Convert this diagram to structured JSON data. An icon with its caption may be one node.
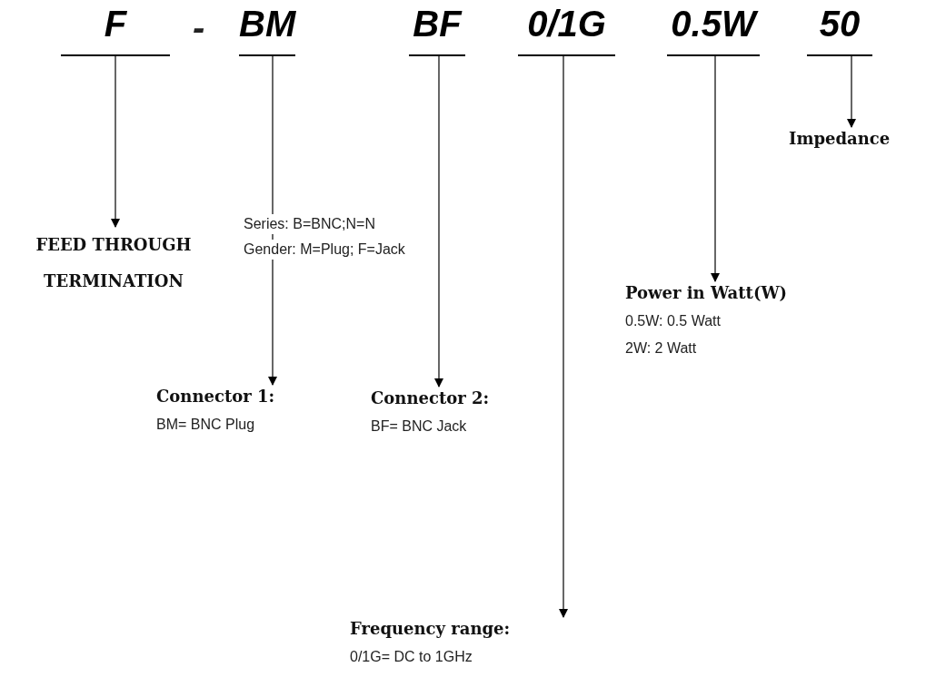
{
  "diagram": {
    "nodes": [
      {
        "text": [
          "F"
        ]
      },
      {
        "text": [
          "BM"
        ]
      },
      {
        "text": [
          "BF"
        ]
      },
      {
        "text": [
          "0/1G"
        ]
      },
      {
        "text": [
          "0.5W"
        ]
      },
      {
        "text": [
          "50"
        ]
      },
      {
        "text": [
          "FEED THROUGH TERMINATION"
        ]
      },
      {
        "text": [
          "Connector 1:",
          "BM= BNC Plug"
        ]
      },
      {
        "text": [
          "Connector 2:",
          "BF= BNC Jack"
        ]
      },
      {
        "text": [
          "Frequency range:",
          "0/1G= DC to 1GHz"
        ]
      },
      {
        "text": [
          "Power in Watt(W)",
          "0.5W: 0.5 Watt",
          "2W: 2 Watt"
        ]
      },
      {
        "text": [
          "Impedance"
        ]
      }
    ],
    "edges": [
      {
        "from": 0,
        "to": 6,
        "arrow": "to"
      },
      {
        "from": 1,
        "to": 7,
        "arrow": "to"
      },
      {
        "from": 2,
        "to": 8,
        "arrow": "to"
      },
      {
        "from": 3,
        "to": 9,
        "arrow": "to"
      },
      {
        "from": 4,
        "to": 10,
        "arrow": "to"
      },
      {
        "from": 5,
        "to": 11,
        "arrow": "to"
      }
    ],
    "labels": [
      "-",
      "Series: B=BNC;N=N",
      "Gender: M=Plug; F=Jack"
    ]
  }
}
